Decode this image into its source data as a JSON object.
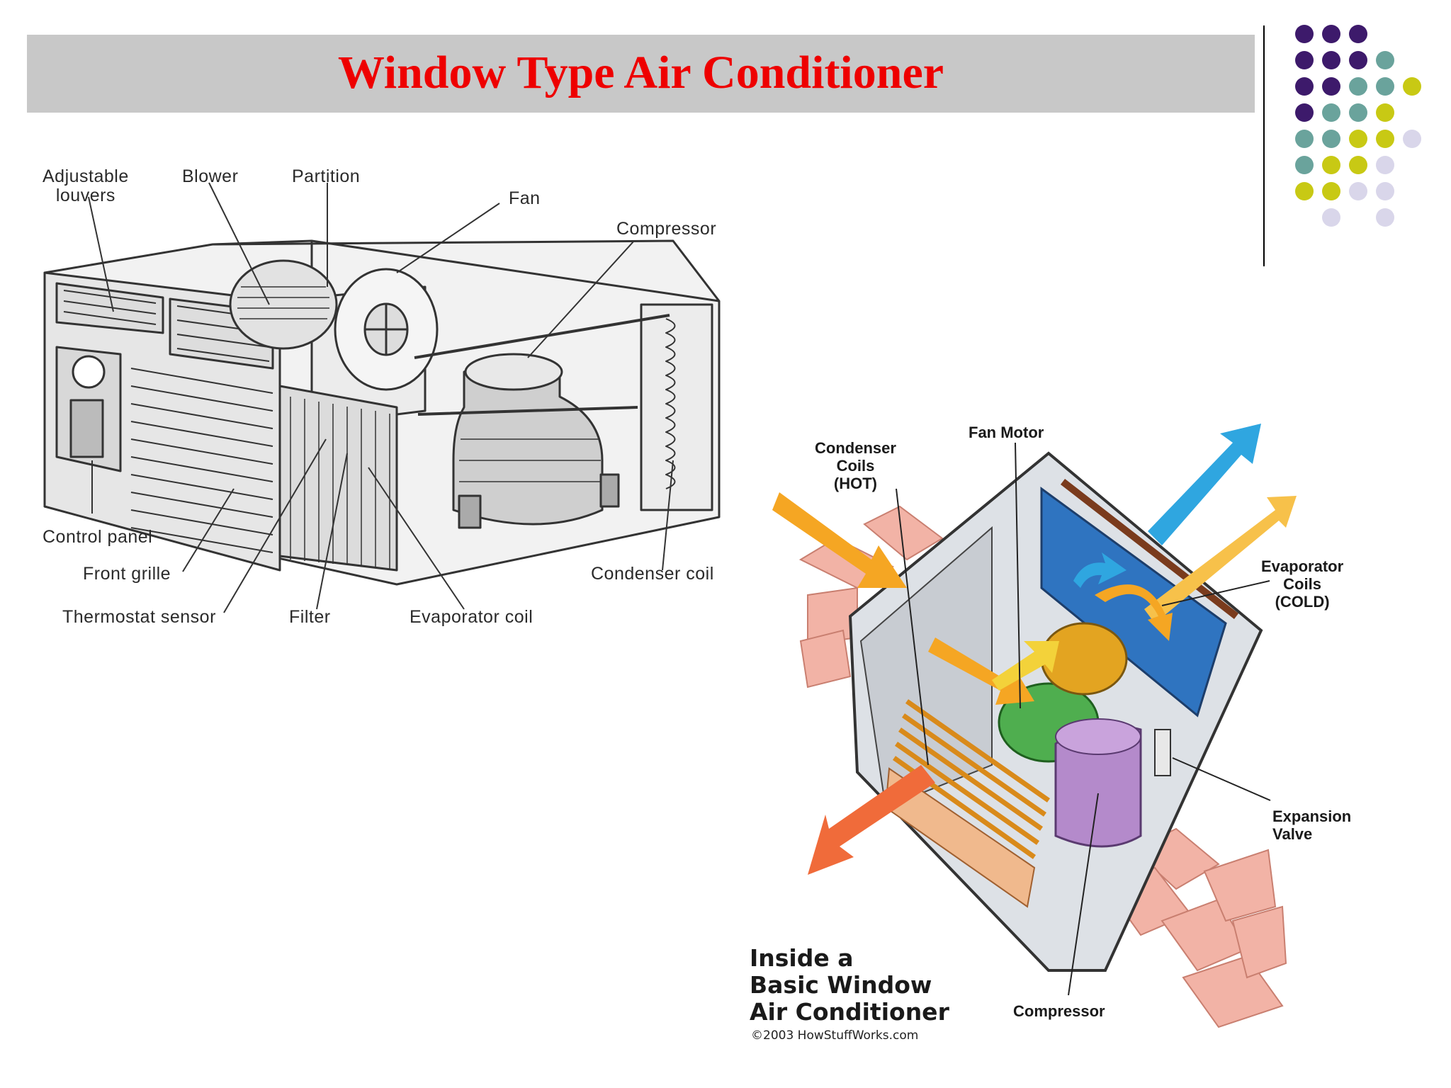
{
  "title": "Window Type Air Conditioner",
  "left_diagram": {
    "labels": {
      "adjustable_louvers": "Adjustable\nlouvers",
      "blower": "Blower",
      "partition": "Partition",
      "fan": "Fan",
      "compressor": "Compressor",
      "control_panel": "Control panel",
      "front_grille": "Front grille",
      "thermostat_sensor": "Thermostat sensor",
      "filter": "Filter",
      "evaporator_coil": "Evaporator coil",
      "condenser_coil": "Condenser coil"
    }
  },
  "right_diagram": {
    "labels": {
      "condenser_coils": "Condenser\nCoils\n(HOT)",
      "fan_motor": "Fan Motor",
      "evaporator_coils": "Evaporator\nCoils\n(COLD)",
      "expansion_valve": "Expansion\nValve",
      "compressor": "Compressor"
    },
    "caption": "Inside a\nBasic Window\nAir Conditioner",
    "copyright": "©2003 HowStuffWorks.com"
  },
  "decoration": {
    "dot_colors": {
      "purple": "#3d1a6b",
      "teal": "#6aa39c",
      "olive": "#c8c914",
      "lavender": "#d9d6ea"
    }
  }
}
